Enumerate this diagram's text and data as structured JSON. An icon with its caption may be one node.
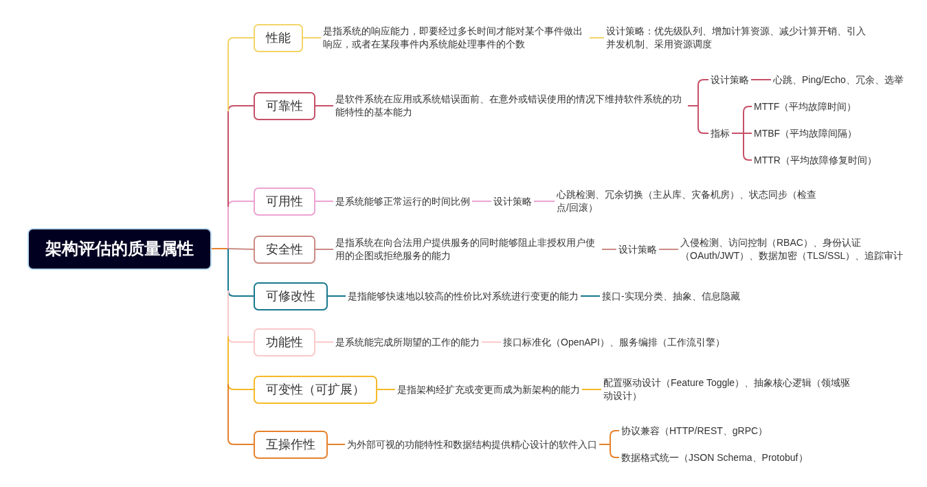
{
  "diagram": {
    "nodes": [
      {
        "text": [
          "架构评估的质量属性"
        ]
      },
      {
        "text": [
          "性能"
        ]
      },
      {
        "text": [
          "是指系统的响应能力，即要经过多长时间才能对某个事件做出响应，或者在某段事件内系统能处理事件的个数"
        ]
      },
      {
        "text": [
          "设计策略：优先级队列、增加计算资源、减少计算开销、引入并发机制、采用资源调度"
        ]
      },
      {
        "text": [
          "可靠性"
        ]
      },
      {
        "text": [
          "是软件系统在应用或系统错误面前、在意外或错误使用的情况下维持软件系统的功能特性的基本能力"
        ]
      },
      {
        "text": [
          "设计策略"
        ]
      },
      {
        "text": [
          "心跳、Ping/Echo、冗余、选举"
        ]
      },
      {
        "text": [
          "指标"
        ]
      },
      {
        "text": [
          "MTTF（平均故障时间）"
        ]
      },
      {
        "text": [
          "MTBF（平均故障间隔）"
        ]
      },
      {
        "text": [
          "MTTR（平均故障修复时间）"
        ]
      },
      {
        "text": [
          "可用性"
        ]
      },
      {
        "text": [
          "是系统能够正常运行的时间比例"
        ]
      },
      {
        "text": [
          "设计策略"
        ]
      },
      {
        "text": [
          "心跳检测、冗余切换（主从库、灾备机房）、状态同步（检查点/回滚）"
        ]
      },
      {
        "text": [
          "安全性"
        ]
      },
      {
        "text": [
          "是指系统在向合法用户提供服务的同时能够阻止非授权用户使用的企图或拒绝服务的能力"
        ]
      },
      {
        "text": [
          "设计策略"
        ]
      },
      {
        "text": [
          "入侵检测、访问控制（RBAC）、身份认证（OAuth/JWT）、数据加密（TLS/SSL）、追踪审计"
        ]
      },
      {
        "text": [
          "可修改性"
        ]
      },
      {
        "text": [
          "是指能够快速地以较高的性价比对系统进行变更的能力"
        ]
      },
      {
        "text": [
          "接口-实现分类、抽象、信息隐藏"
        ]
      },
      {
        "text": [
          "功能性"
        ]
      },
      {
        "text": [
          "是系统能完成所期望的工作的能力"
        ]
      },
      {
        "text": [
          "接口标准化（OpenAPI）、服务编排（工作流引擎）"
        ]
      },
      {
        "text": [
          "可变性（可扩展）"
        ]
      },
      {
        "text": [
          "是指架构经扩充或变更而成为新架构的能力"
        ]
      },
      {
        "text": [
          "配置驱动设计（Feature Toggle）、抽象核心逻辑（领域驱动设计）"
        ]
      },
      {
        "text": [
          "互操作性"
        ]
      },
      {
        "text": [
          "为外部可视的功能特性和数据结构提供精心设计的软件入口"
        ]
      },
      {
        "text": [
          "协议兼容（HTTP/REST、gRPC）"
        ]
      },
      {
        "text": [
          "数据格式统一（JSON Schema、Protobuf）"
        ]
      }
    ],
    "edges": [
      {
        "from": 0,
        "to": 1,
        "arrow": "none",
        "color": "#f3d466"
      },
      {
        "from": 1,
        "to": 2,
        "arrow": "none",
        "color": "#f3d466"
      },
      {
        "from": 2,
        "to": 3,
        "arrow": "none",
        "color": "#f3d466"
      },
      {
        "from": 0,
        "to": 4,
        "arrow": "none",
        "color": "#c65068"
      },
      {
        "from": 4,
        "to": 5,
        "arrow": "none",
        "color": "#c65068"
      },
      {
        "from": 5,
        "to": 6,
        "arrow": "none",
        "color": "#c65068"
      },
      {
        "from": 6,
        "to": 7,
        "arrow": "none",
        "color": "#c65068"
      },
      {
        "from": 5,
        "to": 8,
        "arrow": "none",
        "color": "#c65068"
      },
      {
        "from": 8,
        "to": 9,
        "arrow": "none",
        "color": "#c65068"
      },
      {
        "from": 8,
        "to": 10,
        "arrow": "none",
        "color": "#c65068"
      },
      {
        "from": 8,
        "to": 11,
        "arrow": "none",
        "color": "#c65068"
      },
      {
        "from": 0,
        "to": 12,
        "arrow": "none",
        "color": "#eca2d2"
      },
      {
        "from": 12,
        "to": 13,
        "arrow": "none",
        "color": "#eca2d2"
      },
      {
        "from": 13,
        "to": 14,
        "arrow": "none",
        "color": "#eca2d2"
      },
      {
        "from": 14,
        "to": 15,
        "arrow": "none",
        "color": "#eca2d2"
      },
      {
        "from": 0,
        "to": 16,
        "arrow": "none",
        "color": "#cc8b85"
      },
      {
        "from": 16,
        "to": 17,
        "arrow": "none",
        "color": "#cc8b85"
      },
      {
        "from": 17,
        "to": 18,
        "arrow": "none",
        "color": "#cc8b85"
      },
      {
        "from": 18,
        "to": 19,
        "arrow": "none",
        "color": "#cc8b85"
      },
      {
        "from": 0,
        "to": 20,
        "arrow": "none",
        "color": "#18788f"
      },
      {
        "from": 20,
        "to": 21,
        "arrow": "none",
        "color": "#18788f"
      },
      {
        "from": 21,
        "to": 22,
        "arrow": "none",
        "color": "#18788f"
      },
      {
        "from": 0,
        "to": 23,
        "arrow": "none",
        "color": "#fbc9c9"
      },
      {
        "from": 23,
        "to": 24,
        "arrow": "none",
        "color": "#fbc9c9"
      },
      {
        "from": 24,
        "to": 25,
        "arrow": "none",
        "color": "#fbc9c9"
      },
      {
        "from": 0,
        "to": 26,
        "arrow": "none",
        "color": "#f6b927"
      },
      {
        "from": 26,
        "to": 27,
        "arrow": "none",
        "color": "#f6b927"
      },
      {
        "from": 27,
        "to": 28,
        "arrow": "none",
        "color": "#f6b927"
      },
      {
        "from": 0,
        "to": 29,
        "arrow": "none",
        "color": "#e6812c"
      },
      {
        "from": 29,
        "to": 30,
        "arrow": "none",
        "color": "#e6812c"
      },
      {
        "from": 30,
        "to": 31,
        "arrow": "none",
        "color": "#e6812c"
      },
      {
        "from": 30,
        "to": 32,
        "arrow": "none",
        "color": "#e6812c"
      }
    ]
  }
}
